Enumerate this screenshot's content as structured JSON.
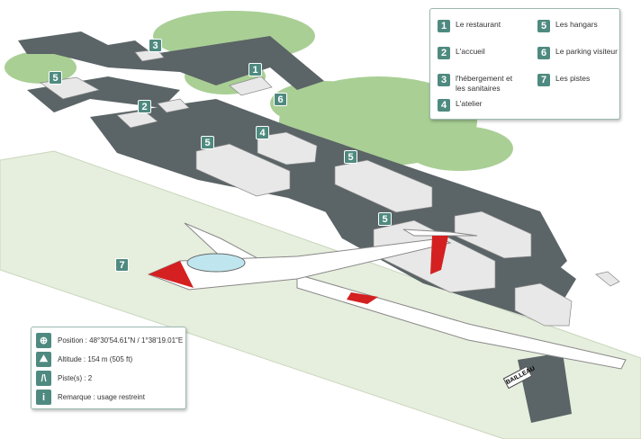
{
  "legend": {
    "items": [
      {
        "num": "1",
        "label": "Le restaurant"
      },
      {
        "num": "2",
        "label": "L'accueil"
      },
      {
        "num": "3",
        "label": "l'hébergement et les sanitaires"
      },
      {
        "num": "4",
        "label": "L'atelier"
      },
      {
        "num": "5",
        "label": "Les hangars"
      },
      {
        "num": "6",
        "label": "Le parking visiteur"
      },
      {
        "num": "7",
        "label": "Les pistes"
      }
    ]
  },
  "markers": [
    "1",
    "2",
    "3",
    "4",
    "5",
    "5",
    "5",
    "5",
    "6",
    "7"
  ],
  "info": {
    "position": "Position : 48°30'54.61\"N / 1°38'19.01\"E",
    "altitude": "Altitude : 154 m (505 ft)",
    "pistes": "Piste(s) : 2",
    "remarque": "Remarque : usage restreint",
    "icons": [
      "globe-icon",
      "mountain-icon",
      "runway-icon",
      "info-icon"
    ],
    "info_glyph": "i"
  },
  "sign": "BAILLEAU",
  "colors": {
    "accent": "#4f8a80",
    "trees": "#a9cf95",
    "tarmac": "#5b6466",
    "grass": "#e6eedd"
  }
}
